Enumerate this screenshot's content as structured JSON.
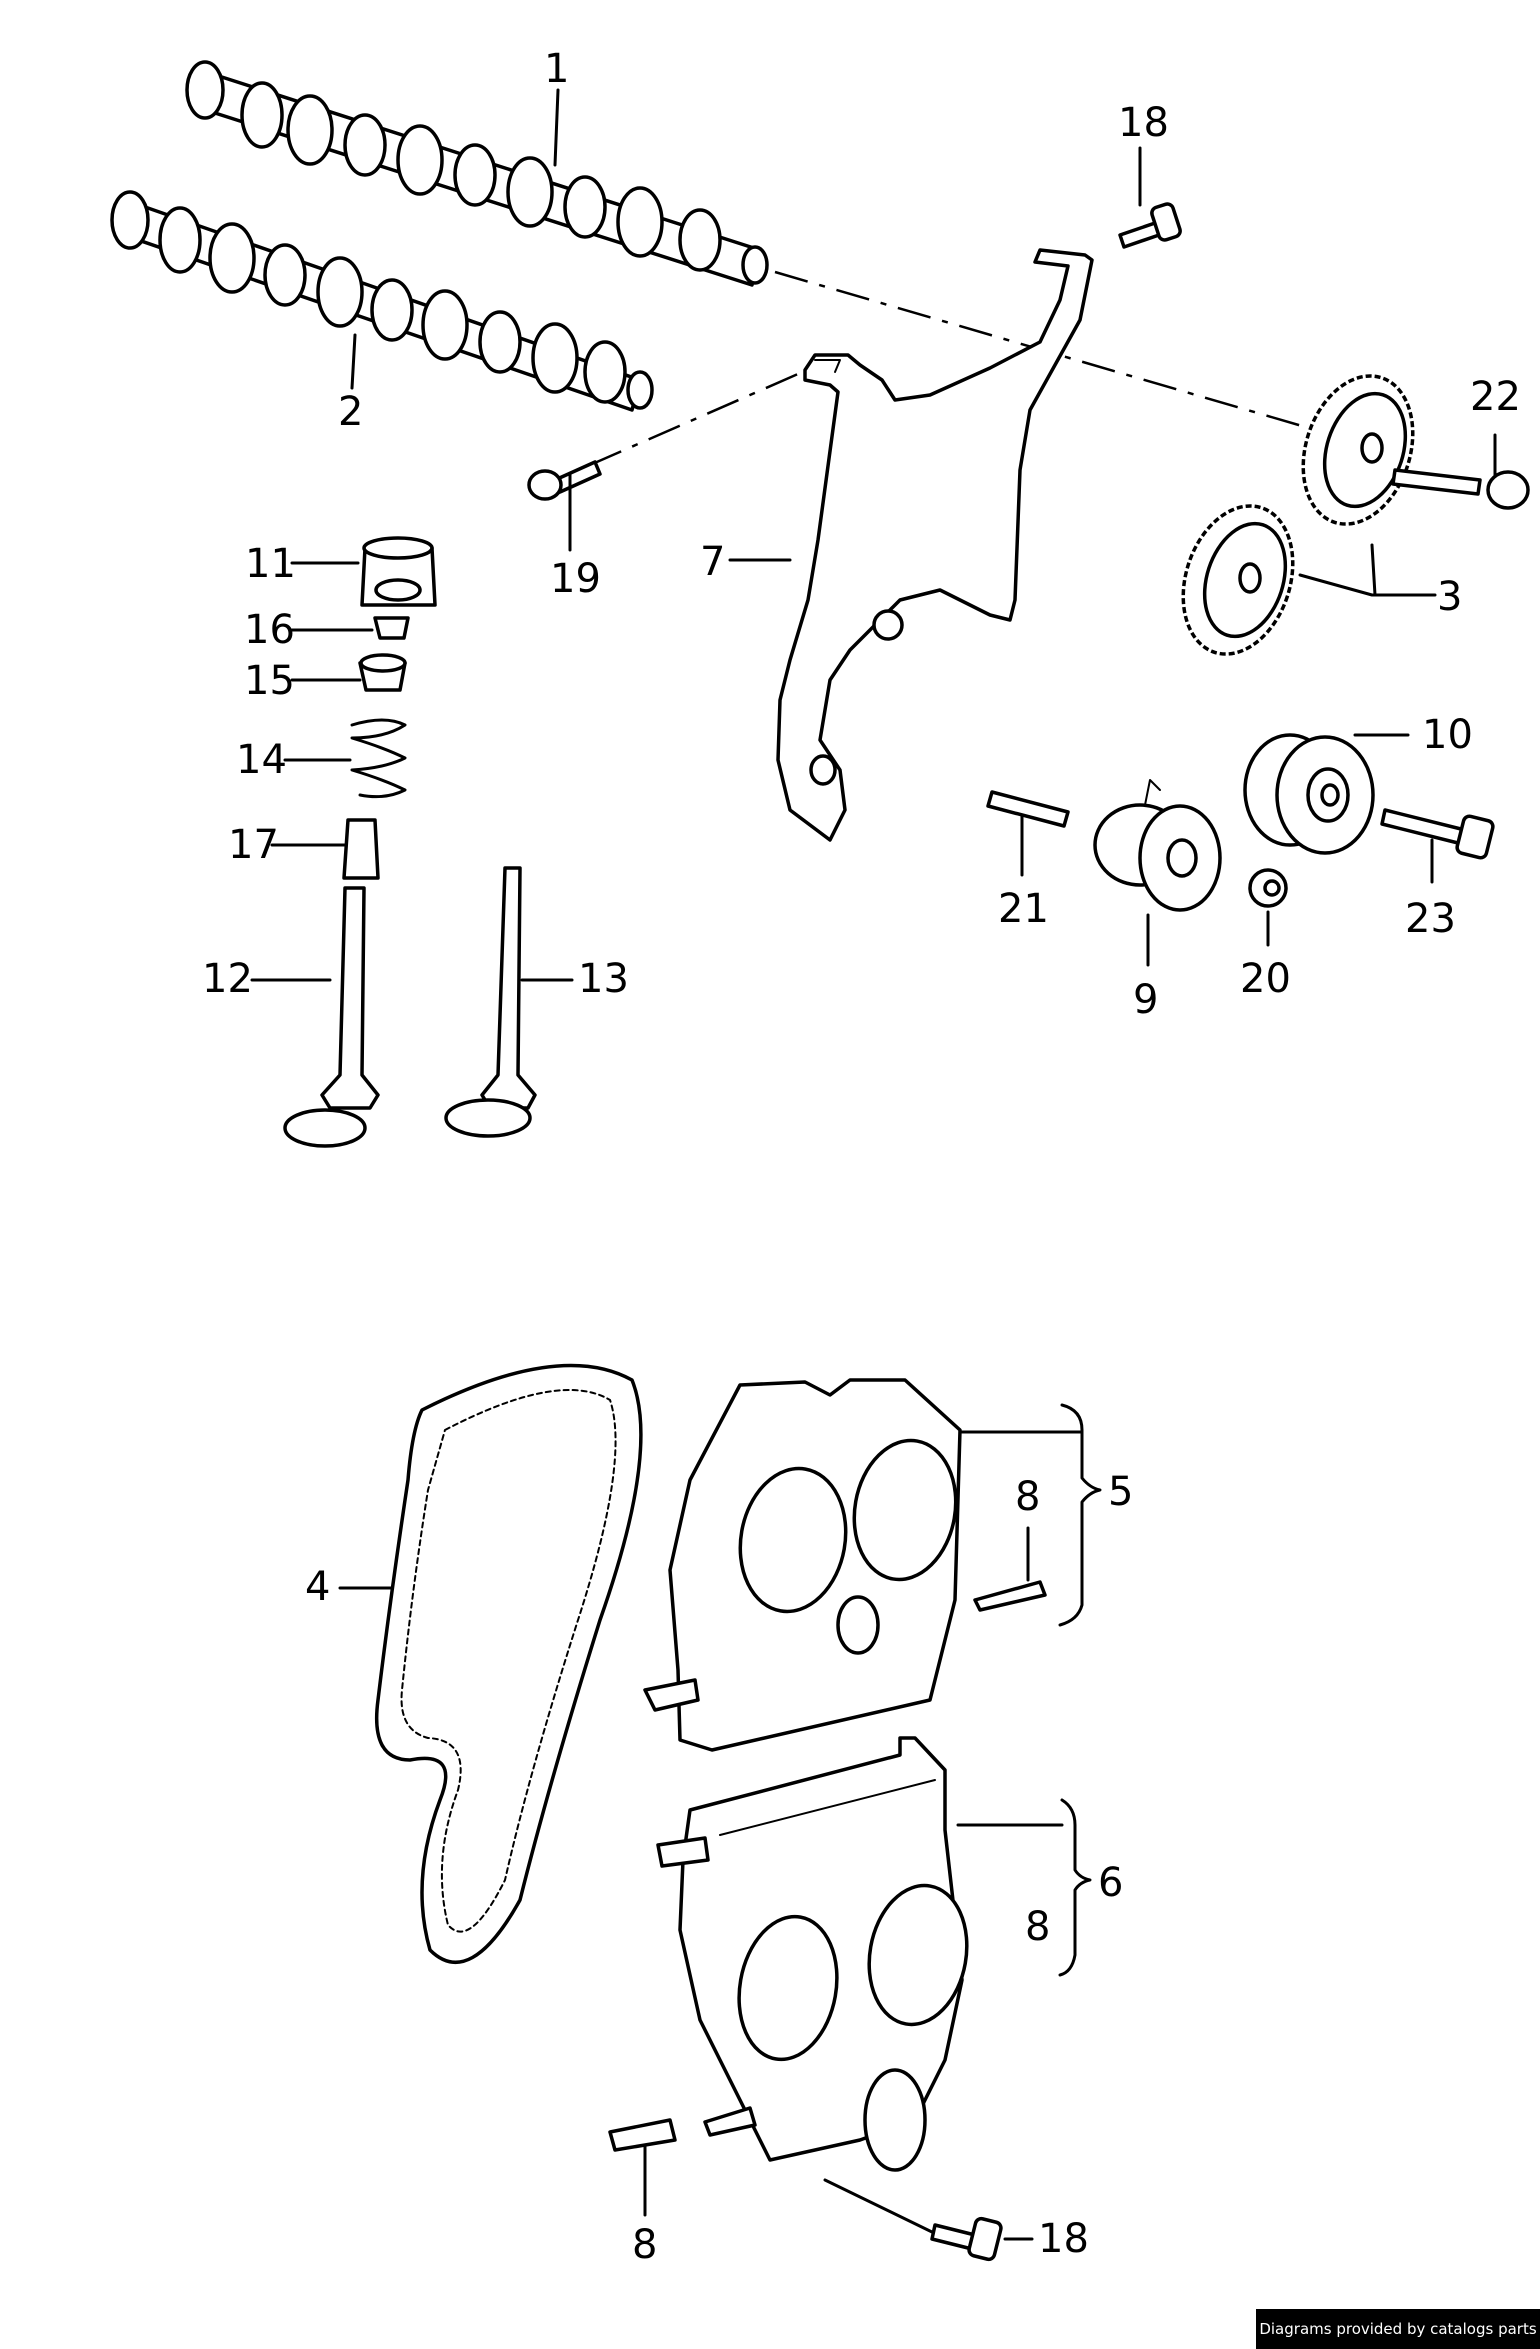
{
  "diagram": {
    "callouts": [
      {
        "id": "c1",
        "text": "1"
      },
      {
        "id": "c2",
        "text": "2"
      },
      {
        "id": "c3",
        "text": "3"
      },
      {
        "id": "c4",
        "text": "4"
      },
      {
        "id": "c5",
        "text": "5"
      },
      {
        "id": "c6",
        "text": "6"
      },
      {
        "id": "c7",
        "text": "7"
      },
      {
        "id": "c8a",
        "text": "8"
      },
      {
        "id": "c8b",
        "text": "8"
      },
      {
        "id": "c8c",
        "text": "8"
      },
      {
        "id": "c9",
        "text": "9"
      },
      {
        "id": "c10",
        "text": "10"
      },
      {
        "id": "c11",
        "text": "11"
      },
      {
        "id": "c12",
        "text": "12"
      },
      {
        "id": "c13",
        "text": "13"
      },
      {
        "id": "c14",
        "text": "14"
      },
      {
        "id": "c15",
        "text": "15"
      },
      {
        "id": "c16",
        "text": "16"
      },
      {
        "id": "c17",
        "text": "17"
      },
      {
        "id": "c18a",
        "text": "18"
      },
      {
        "id": "c18b",
        "text": "18"
      },
      {
        "id": "c19",
        "text": "19"
      },
      {
        "id": "c20",
        "text": "20"
      },
      {
        "id": "c21",
        "text": "21"
      },
      {
        "id": "c22",
        "text": "22"
      },
      {
        "id": "c23",
        "text": "23"
      }
    ]
  },
  "footer": {
    "credit": "Diagrams provided by catalogs parts"
  }
}
